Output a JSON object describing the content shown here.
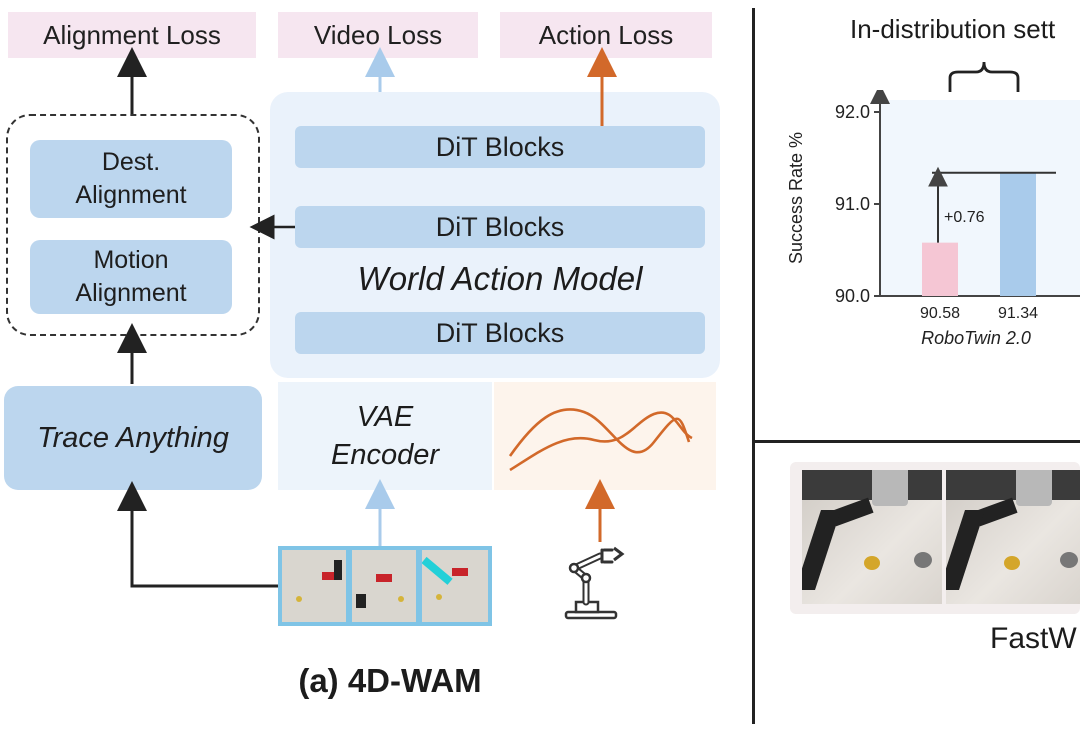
{
  "left_panel": {
    "losses": {
      "alignment": "Alignment Loss",
      "video": "Video Loss",
      "action": "Action Loss"
    },
    "alignment_group": {
      "dest_line1": "Dest.",
      "dest_line2": "Alignment",
      "motion_line1": "Motion",
      "motion_line2": "Alignment"
    },
    "wam": {
      "dit_top": "DiT Blocks",
      "dit_mid": "DiT Blocks",
      "dit_bottom": "DiT Blocks",
      "title": "World Action Model"
    },
    "trace": "Trace Anything",
    "vae_line1": "VAE",
    "vae_line2": "Encoder",
    "caption": "(a) 4D-WAM"
  },
  "right_panel": {
    "header": "In-distribution sett",
    "bottom_caption": "FastW"
  },
  "chart_data": {
    "type": "bar",
    "ylabel": "Success Rate %",
    "xlabel": "RoboTwin 2.0",
    "ylim": [
      90.0,
      92.0
    ],
    "yticks": [
      "90.0",
      "91.0",
      "92.0"
    ],
    "categories": [
      "90.58",
      "91.34"
    ],
    "values": [
      90.58,
      91.34
    ],
    "colors": [
      "#f5c6d4",
      "#a9cbeb"
    ],
    "annotation": "+0.76"
  },
  "colors": {
    "loss_bg": "#f6e6f0",
    "box_blue": "#bcd6ee",
    "wam_bg": "#eaf2fb",
    "video_arrow": "#a9cbeb",
    "action_arrow": "#d2692a"
  }
}
